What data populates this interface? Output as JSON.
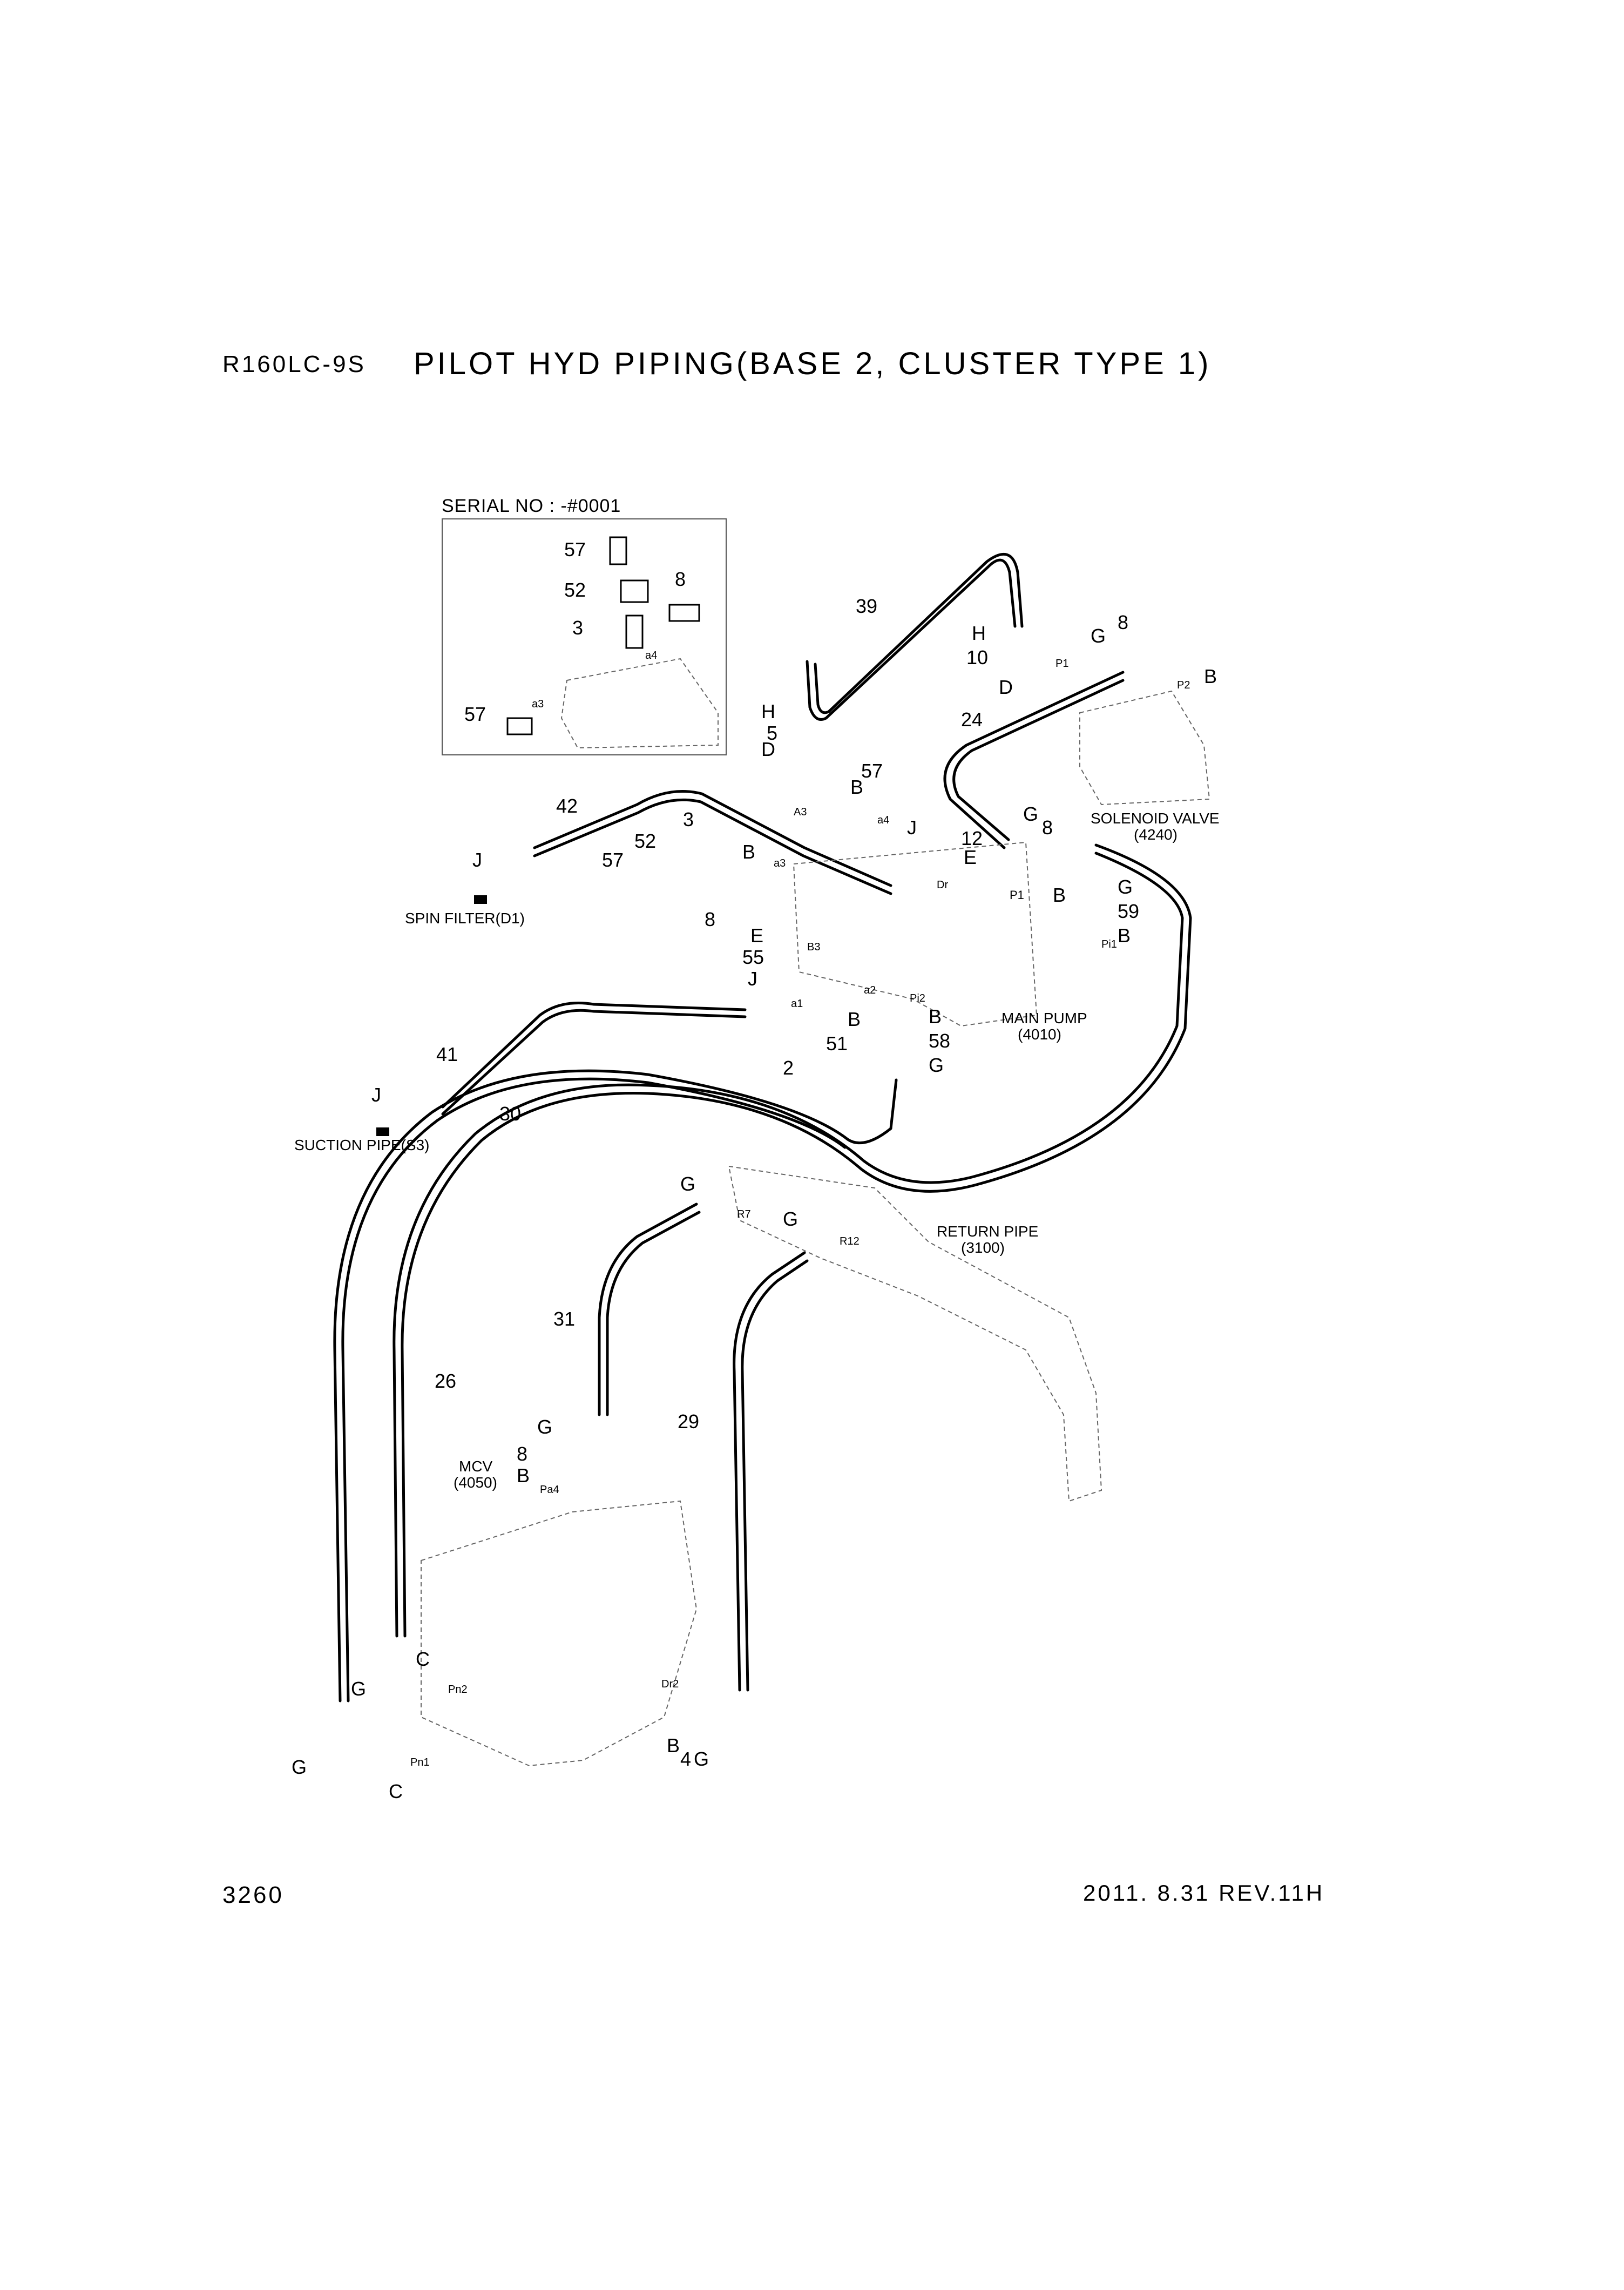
{
  "header": {
    "model": "R160LC-9S",
    "title": "PILOT HYD PIPING(BASE 2, CLUSTER TYPE 1)"
  },
  "inset": {
    "serial": "SERIAL NO : -#0001"
  },
  "components": {
    "spin_filter": "SPIN FILTER(D1)",
    "suction_pipe": "SUCTION PIPE(S3)",
    "solenoid_valve": "SOLENOID VALVE",
    "solenoid_valve_no": "(4240)",
    "main_pump": "MAIN PUMP",
    "main_pump_no": "(4010)",
    "return_pipe": "RETURN PIPE",
    "return_pipe_no": "(3100)",
    "mcv": "MCV",
    "mcv_no": "(4050)"
  },
  "callouts": [
    "57",
    "52",
    "8",
    "3",
    "57",
    "39",
    "H",
    "10",
    "D",
    "8",
    "G",
    "B",
    "H",
    "5",
    "D",
    "24",
    "57",
    "B",
    "42",
    "3",
    "52",
    "B",
    "J",
    "12",
    "E",
    "G",
    "8",
    "J",
    "57",
    "8",
    "P1",
    "B",
    "G",
    "59",
    "B",
    "E",
    "55",
    "J",
    "2",
    "51",
    "B",
    "B",
    "58",
    "G",
    "41",
    "J",
    "30",
    "G",
    "G",
    "31",
    "26",
    "29",
    "G",
    "8",
    "B",
    "G",
    "C",
    "G",
    "C",
    "B",
    "4",
    "G"
  ],
  "ports": [
    "a4",
    "a3",
    "A3",
    "a4",
    "a3",
    "P1",
    "P2",
    "Dr",
    "B3",
    "a1",
    "a2",
    "Pi1",
    "Pi2",
    "P1",
    "R7",
    "R12",
    "Pa4",
    "Pn2",
    "Pn1",
    "Dr2"
  ],
  "footer": {
    "page": "3260",
    "revision": "2011. 8.31  REV.11H"
  }
}
